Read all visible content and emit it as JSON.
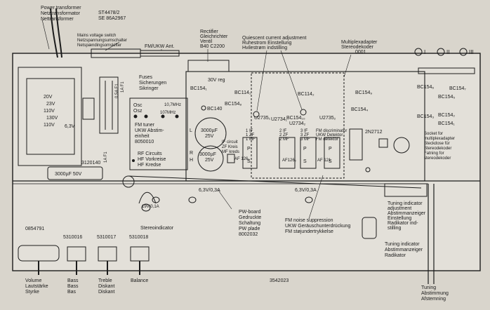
{
  "colors": {
    "paper": "#d9d5cc",
    "ink": "#1c1c1c",
    "panel": "#e6e3dc",
    "shade": "#bdb8ae"
  },
  "top": {
    "power_transformer": [
      "Power transformer",
      "Netztransformator",
      "Nettransformer"
    ],
    "model": [
      "ST4478/2",
      "SE 86A2967"
    ],
    "mains_switch": [
      "Mains voltage switch",
      "Netzspannungsumschalter",
      "Netspændingsomskifter"
    ],
    "fm_ant": "FM/UKW Ant.",
    "rectifier": [
      "Rectifier",
      "Gleichrichter",
      "Ventil",
      "B40 C2200"
    ],
    "quiescent": [
      "Quiescent current adjustment",
      "Ruhestrom Einstellung",
      "Hvilestrøm indstilling"
    ],
    "multiplex": [
      "Multiplexadapter",
      "Stereodekoder",
      "0001"
    ],
    "circle_labels": [
      "I",
      "II",
      "III"
    ]
  },
  "left": {
    "voltages": [
      "20V",
      "23V",
      "110V",
      "130V",
      "110V",
      "6,3V"
    ],
    "fuses": [
      "Fuses",
      "Sicherungen",
      "Sikringer"
    ],
    "fuse_ratings": [
      "1A F1",
      "0,5A F1",
      "1A F1"
    ],
    "cap_code": "3120140",
    "cap": "3000µF 50V",
    "part_0854791": "0854791"
  },
  "tuner": {
    "osc": "Osc",
    "osz": "Osz",
    "f1": "10,7MHz",
    "f2": "107MHz",
    "title": [
      "FM tuner",
      "UKW Abstim-",
      "einheit",
      "8050010"
    ],
    "rf": [
      "RF Circuits",
      "HF Vorkreise",
      "HF Kredse"
    ]
  },
  "mid": {
    "reg": "30V reg",
    "bc154_1": "BC154₁",
    "bc140": "BC140",
    "cap_l": [
      "L",
      "3000µF",
      "25V"
    ],
    "cap_r": [
      "R",
      "H",
      "3000µF",
      "25V"
    ],
    "if_circuit": [
      "IF circuit",
      "ZF Kreis",
      "MF kreds"
    ],
    "bc114_1": "BC114₁",
    "bc154_8": "BC154₈",
    "u2735": "U2735₁",
    "u2734": "U2734₁",
    "if1": [
      "1 IF",
      "1 ZF",
      "1 MF"
    ],
    "if2": [
      "2 IF",
      "2 ZF",
      "2 MF"
    ],
    "if3": [
      "3 IF",
      "3 ZF",
      "3 MF"
    ],
    "af126_1": "AF 126₁",
    "af126_2": "AF126₂",
    "af121": "AF 121",
    "bc114_2": "BC114₂",
    "bc154_10": "BC154₁₀",
    "u2734_2": "U2734₂",
    "u2735_2": "U2735₂",
    "discriminator": [
      "FM discriminator",
      "UKW Detektor",
      "FM detektor"
    ],
    "p": "P",
    "s": "S",
    "bc154_9": "BC154₉",
    "bc154_4": "BC154₄",
    "zn2712": "2N2712",
    "v63_a": "6,3V/0,3A",
    "v63_b": "6,3V/0,3A",
    "stereo_bulb": "19V/0,1A",
    "stereoindicator": "Stereoindicator",
    "pw_board": [
      "PW-board",
      "Gedruckte",
      "Schaltung",
      "PW plade",
      "8002032"
    ],
    "noise": [
      "FM noise suppression",
      "UKW Geräuschunterdrückung",
      "FM støjundertrykkelse"
    ]
  },
  "right": {
    "bc154_6": "BC154₆",
    "bc154_7": "BC154₇",
    "bc154_5": "BC154₅",
    "bc154_3": "BC154₃",
    "bc154_2": "BC154₂",
    "bc154_1b": "BC154₁",
    "socket": [
      "Socket for",
      "multiplexadapter",
      "Steckdose für",
      "Stereodekoder",
      "Fatning for",
      "stereodekoder"
    ],
    "tuning_adj": [
      "Tuning indicator",
      "adjustment",
      "Abstimmanzeiger",
      "Einstellung",
      "Radikator ind-",
      "stilling"
    ],
    "tuning_ind": [
      "Tuning indicator",
      "Abstimmanzeiger",
      "Radikator"
    ],
    "tuning": [
      "Tuning",
      "Abstimmung",
      "Afstemning"
    ]
  },
  "bottom": {
    "parts": [
      "5310016",
      "5310017",
      "5310018"
    ],
    "volume": [
      "Volume",
      "Lautstärke",
      "Styrke"
    ],
    "bass": [
      "Bass",
      "Bass",
      "Bas"
    ],
    "treble": [
      "Treble",
      "Diskant",
      "Diskant"
    ],
    "balance": "Balance",
    "code": "3542023"
  }
}
